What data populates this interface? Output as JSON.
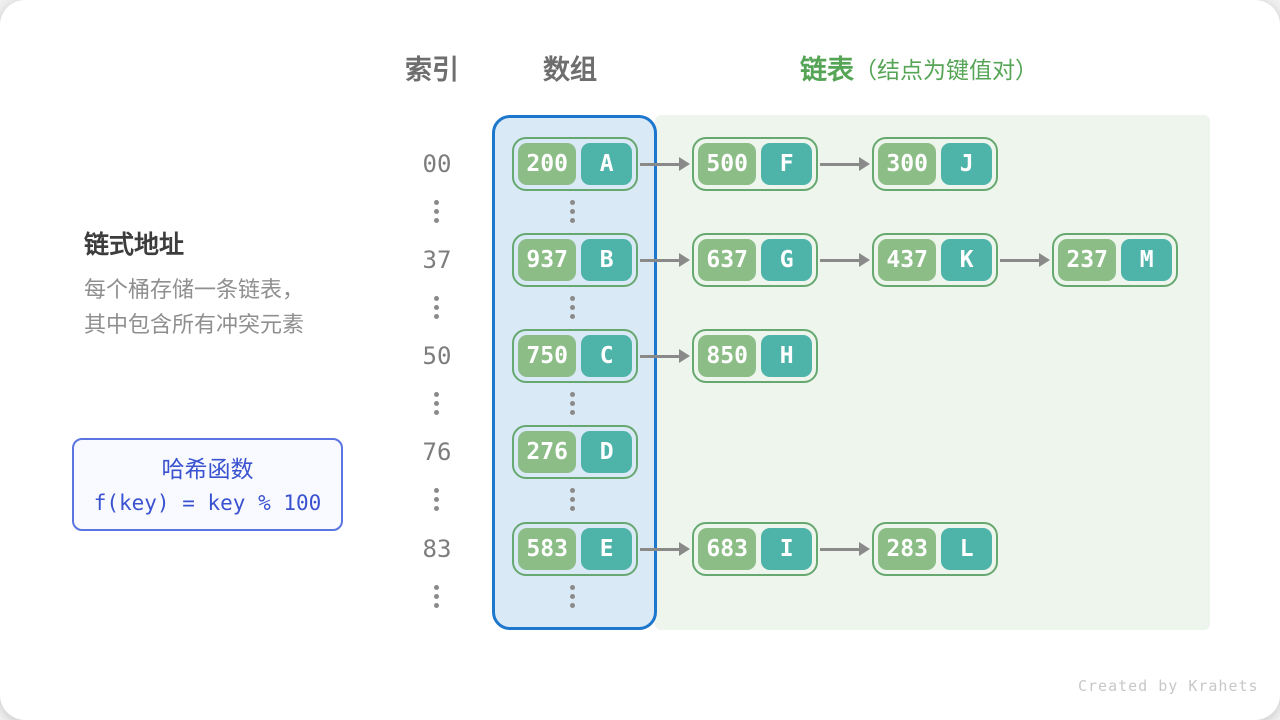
{
  "header": {
    "index": "索引",
    "array": "数组",
    "list": "链表",
    "list_note": "（结点为键值对）"
  },
  "left_panel": {
    "title": "链式地址",
    "desc_line1": "每个桶存储一条链表，",
    "desc_line2": "其中包含所有冲突元素",
    "hash_box": {
      "title": "哈希函数",
      "formula": "f(key) = key % 100"
    }
  },
  "rows": [
    {
      "index": "00",
      "bucket": {
        "key": "200",
        "value": "A"
      },
      "chain": [
        {
          "key": "500",
          "value": "F"
        },
        {
          "key": "300",
          "value": "J"
        }
      ]
    },
    {
      "index": "37",
      "bucket": {
        "key": "937",
        "value": "B"
      },
      "chain": [
        {
          "key": "637",
          "value": "G"
        },
        {
          "key": "437",
          "value": "K"
        },
        {
          "key": "237",
          "value": "M"
        }
      ]
    },
    {
      "index": "50",
      "bucket": {
        "key": "750",
        "value": "C"
      },
      "chain": [
        {
          "key": "850",
          "value": "H"
        }
      ]
    },
    {
      "index": "76",
      "bucket": {
        "key": "276",
        "value": "D"
      },
      "chain": []
    },
    {
      "index": "83",
      "bucket": {
        "key": "583",
        "value": "E"
      },
      "chain": [
        {
          "key": "683",
          "value": "I"
        },
        {
          "key": "283",
          "value": "L"
        }
      ]
    }
  ],
  "colors": {
    "key_green": "#8cbd86",
    "value_teal": "#4eb3a9",
    "node_border_green": "#67a871",
    "array_border_blue": "#1d77cc",
    "array_fill_blue": "#dae9f6",
    "list_fill_green": "#edf5ec",
    "header_green": "#56a556",
    "hash_accent_blue": "#3a52cf",
    "arrow_gray": "#8a8a8a"
  },
  "footer": {
    "credit": "Created by Krahets"
  }
}
